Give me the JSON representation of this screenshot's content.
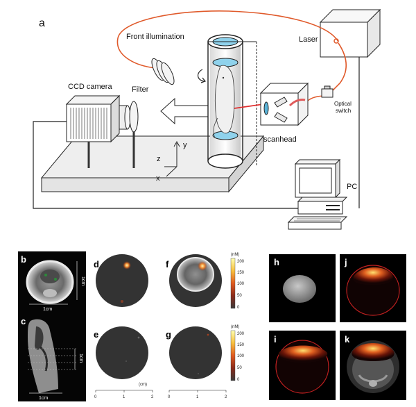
{
  "panel_a": {
    "letter": "a",
    "labels": {
      "front_illumination": "Front illumination",
      "laser": "Laser",
      "ccd_camera": "CCD camera",
      "filter": "Filter",
      "optical_switch_1": "Optical",
      "optical_switch_2": "switch",
      "scanhead": "scanhead",
      "pc": "PC",
      "axis_z": "z",
      "axis_y": "y",
      "axis_x": "x"
    }
  },
  "panel_bc": {
    "b_letter": "b",
    "c_letter": "c",
    "scale_b_vertical": "1cm",
    "scale_b_horizontal": "1cm",
    "scale_c_vertical": "1cm",
    "scale_c_horizontal": "1cm"
  },
  "panel_defg": {
    "letters": [
      "d",
      "e",
      "f",
      "g"
    ],
    "colorbar": {
      "unit": "(nM)",
      "ticks": [
        "200",
        "150",
        "100",
        "50",
        "0"
      ]
    },
    "scale": {
      "unit": "(cm)",
      "ticks": [
        "0",
        "1",
        "2"
      ]
    }
  },
  "panel_hijk": {
    "letters": [
      "h",
      "j",
      "i",
      "k"
    ]
  },
  "colors": {
    "fiber": "#e05a2b",
    "beam": "#e03030",
    "colorbar_top": "#ffffa0",
    "colorbar_mid": "#e05020",
    "colorbar_low": "#602020"
  }
}
